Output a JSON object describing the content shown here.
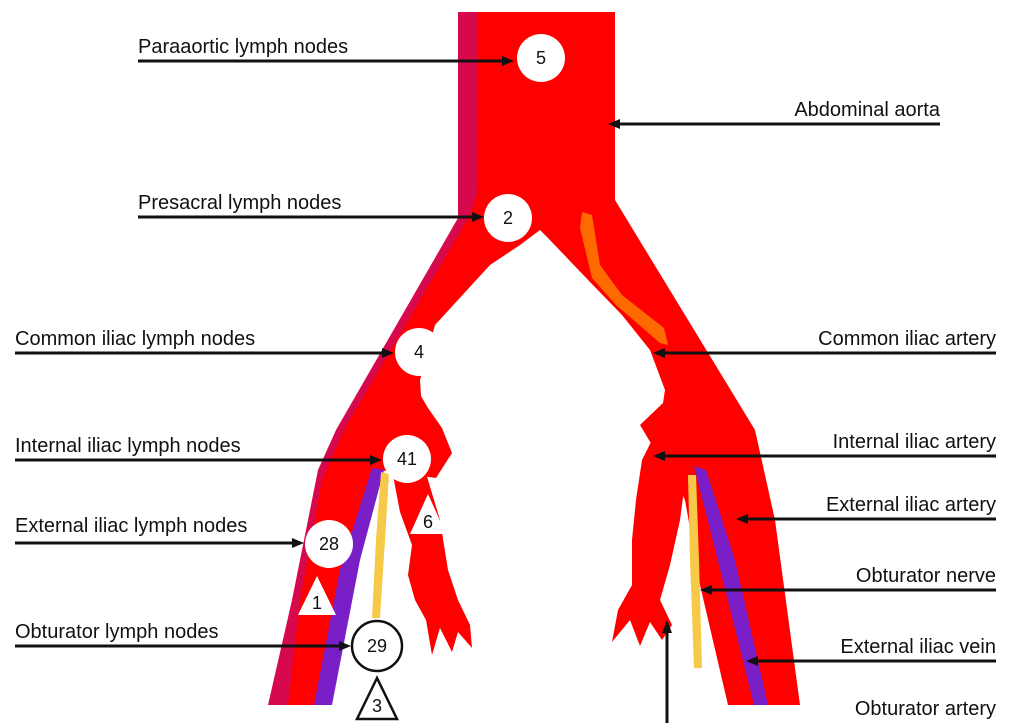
{
  "colors": {
    "artery": "#ff0000",
    "vein_dark": "#d7094d",
    "vein_purple": "#7a1fc8",
    "nerve": "#f7c948",
    "plaque": "#ff6a00",
    "text": "#111111",
    "background": "#ffffff"
  },
  "labels_left": {
    "paraaortic": "Paraaortic lymph nodes",
    "presacral": "Presacral lymph nodes",
    "common_iliac_nodes": "Common iliac lymph nodes",
    "internal_iliac_nodes": "Internal iliac lymph nodes",
    "external_iliac_nodes": "External iliac lymph nodes",
    "obturator_nodes": "Obturator lymph nodes"
  },
  "labels_right": {
    "abdominal_aorta": "Abdominal aorta",
    "common_iliac_artery": "Common iliac artery",
    "internal_iliac_artery": "Internal iliac artery",
    "external_iliac_artery": "External iliac artery",
    "obturator_nerve": "Obturator nerve",
    "external_iliac_vein": "External iliac vein",
    "obturator_artery": "Obturator artery"
  },
  "node_counts": {
    "paraaortic": "5",
    "presacral": "2",
    "common_iliac": "4",
    "internal_iliac": "41",
    "external_iliac": "28",
    "obturator": "29"
  },
  "triangle_counts": {
    "internal_iliac": "6",
    "external_iliac": "1",
    "obturator": "3"
  }
}
